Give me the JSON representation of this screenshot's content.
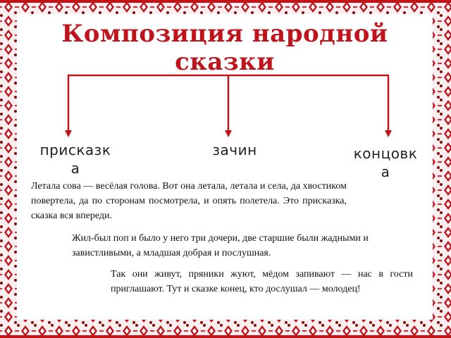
{
  "title": "Композиция народной сказки",
  "parts": {
    "left": "присказка",
    "middle": "зачин",
    "right": "концовка"
  },
  "texts": {
    "saying": "Летала сова — весёлая голова. Вот она летала, летала и села, да хвостиком повертела, да по сторонам посмотрела, и опять полетела. Это присказка, сказка вся впереди.",
    "opening": "Жил-был поп и было у него три дочери, две старшие были жадными и завистливыми, а младшая добрая и послушная.",
    "ending": "Так они живут, пряники жуют, мёдом запивают — нас в гости приглашают. Тут и сказке конец, кто дослушал — молодец!"
  },
  "colors": {
    "accent": "#c0141c",
    "ornament_dark": "#7a0c10",
    "text": "#111111"
  }
}
